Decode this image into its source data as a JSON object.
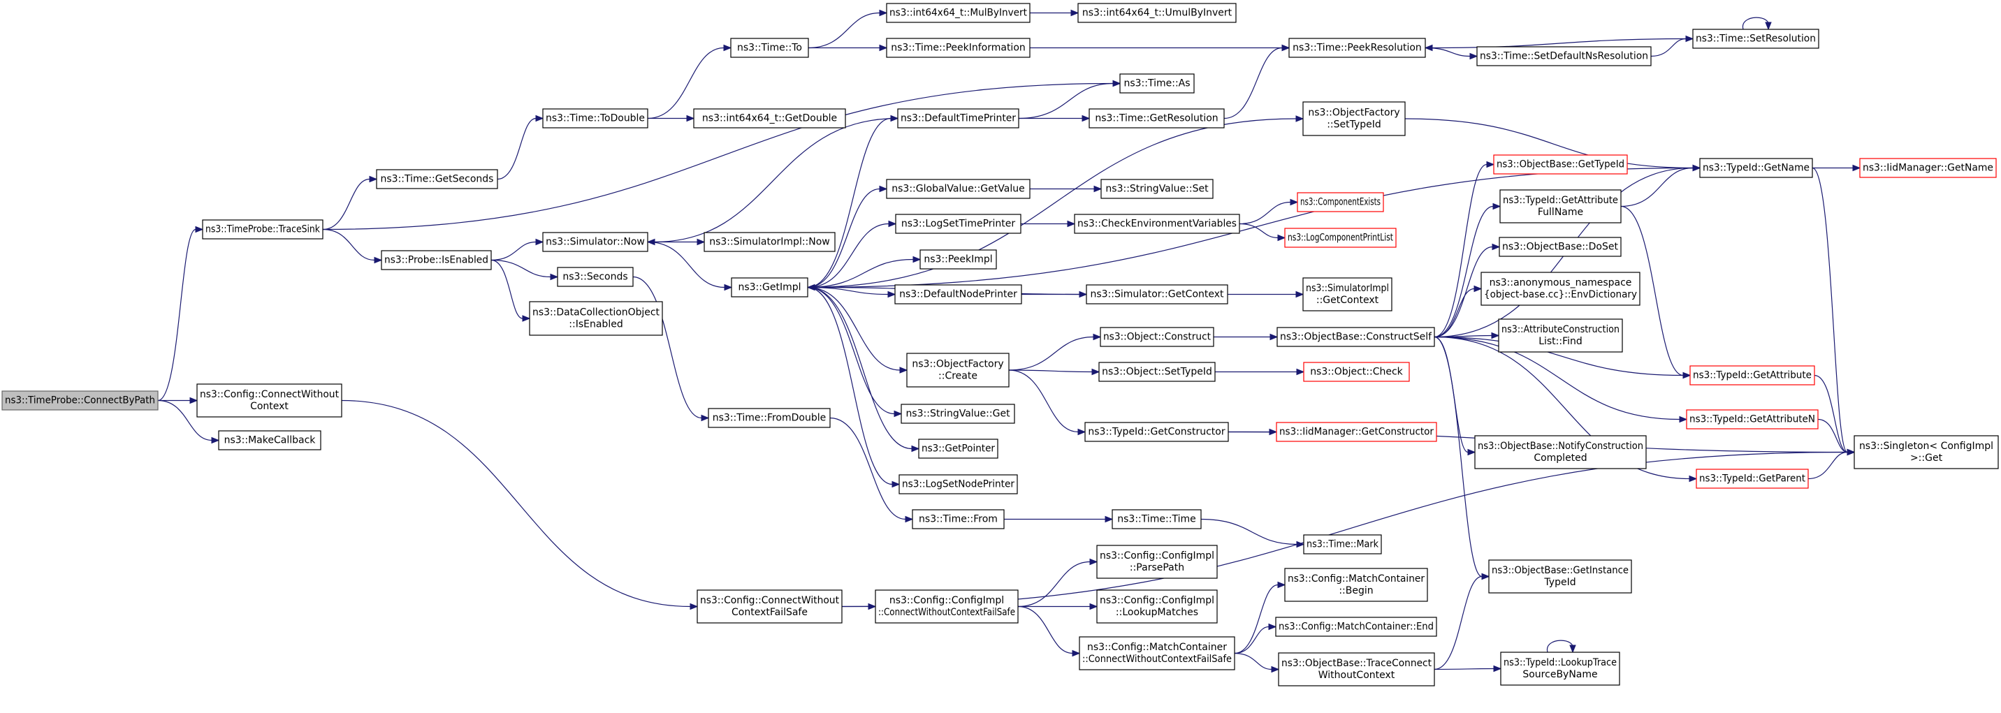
{
  "colors": {
    "edge": "#191970",
    "node_border": "#000000",
    "missing_border": "#ff0000",
    "root_fill": "#bfbfbf"
  },
  "nodes": [
    {
      "id": "n1",
      "label": [
        "ns3::TimeProbe::ConnectByPath"
      ],
      "root": true
    },
    {
      "id": "n2",
      "label": [
        "ns3::TimeProbe::TraceSink"
      ]
    },
    {
      "id": "n3",
      "label": [
        "ns3::Config::ConnectWithout",
        "Context"
      ]
    },
    {
      "id": "n4",
      "label": [
        "ns3::MakeCallback"
      ]
    },
    {
      "id": "n5",
      "label": [
        "ns3::Time::GetSeconds"
      ]
    },
    {
      "id": "n6",
      "label": [
        "ns3::Probe::IsEnabled"
      ]
    },
    {
      "id": "n7",
      "label": [
        "ns3::Time::ToDouble"
      ]
    },
    {
      "id": "n8",
      "label": [
        "ns3::Simulator::Now"
      ]
    },
    {
      "id": "n9",
      "label": [
        "ns3::Seconds"
      ]
    },
    {
      "id": "n10",
      "label": [
        "ns3::DataCollectionObject",
        "::IsEnabled"
      ]
    },
    {
      "id": "n11",
      "label": [
        "ns3::Time::To"
      ]
    },
    {
      "id": "n12",
      "label": [
        "ns3::int64x64_t::GetDouble"
      ]
    },
    {
      "id": "n13",
      "label": [
        "ns3::SimulatorImpl::Now"
      ]
    },
    {
      "id": "n14",
      "label": [
        "ns3::GetImpl"
      ]
    },
    {
      "id": "n15",
      "label": [
        "ns3::Time::FromDouble"
      ]
    },
    {
      "id": "n16",
      "label": [
        "ns3::Config::ConnectWithout",
        "ContextFailSafe"
      ]
    },
    {
      "id": "n17",
      "label": [
        "ns3::int64x64_t::MulByInvert"
      ]
    },
    {
      "id": "n18",
      "label": [
        "ns3::Time::PeekInformation"
      ]
    },
    {
      "id": "n19",
      "label": [
        "ns3::DefaultTimePrinter"
      ]
    },
    {
      "id": "n20",
      "label": [
        "ns3::GlobalValue::GetValue"
      ]
    },
    {
      "id": "n21",
      "label": [
        "ns3::LogSetTimePrinter"
      ]
    },
    {
      "id": "n22",
      "label": [
        "ns3::PeekImpl"
      ]
    },
    {
      "id": "n23",
      "label": [
        "ns3::DefaultNodePrinter"
      ]
    },
    {
      "id": "n24",
      "label": [
        "ns3::ObjectFactory",
        "::Create"
      ]
    },
    {
      "id": "n25",
      "label": [
        "ns3::StringValue::Get"
      ]
    },
    {
      "id": "n26",
      "label": [
        "ns3::GetPointer"
      ]
    },
    {
      "id": "n27",
      "label": [
        "ns3::LogSetNodePrinter"
      ]
    },
    {
      "id": "n28",
      "label": [
        "ns3::Time::From"
      ]
    },
    {
      "id": "n29",
      "label": [
        "ns3::Config::ConfigImpl",
        "::ConnectWithoutContextFailSafe"
      ]
    },
    {
      "id": "n30",
      "label": [
        "ns3::int64x64_t::UmulByInvert"
      ]
    },
    {
      "id": "n31",
      "label": [
        "ns3::Time::As"
      ]
    },
    {
      "id": "n32",
      "label": [
        "ns3::Time::GetResolution"
      ]
    },
    {
      "id": "n33",
      "label": [
        "ns3::ObjectFactory",
        "::SetTypeId"
      ]
    },
    {
      "id": "n34",
      "label": [
        "ns3::StringValue::Set"
      ]
    },
    {
      "id": "n35",
      "label": [
        "ns3::CheckEnvironmentVariables"
      ]
    },
    {
      "id": "n36",
      "label": [
        "ns3::Simulator::GetContext"
      ]
    },
    {
      "id": "n37",
      "label": [
        "ns3::Object::Construct"
      ]
    },
    {
      "id": "n38",
      "label": [
        "ns3::Object::SetTypeId"
      ]
    },
    {
      "id": "n39",
      "label": [
        "ns3::TypeId::GetConstructor"
      ]
    },
    {
      "id": "n40",
      "label": [
        "ns3::Time::Time"
      ]
    },
    {
      "id": "n41",
      "label": [
        "ns3::Config::ConfigImpl",
        "::ParsePath"
      ]
    },
    {
      "id": "n42",
      "label": [
        "ns3::Config::ConfigImpl",
        "::LookupMatches"
      ]
    },
    {
      "id": "n43",
      "label": [
        "ns3::Config::MatchContainer",
        "::ConnectWithoutContextFailSafe"
      ]
    },
    {
      "id": "n44",
      "label": [
        "ns3::Time::PeekResolution"
      ]
    },
    {
      "id": "n45",
      "label": [
        "ns3::ComponentExists"
      ],
      "missing": true
    },
    {
      "id": "n46",
      "label": [
        "ns3::LogComponentPrintList"
      ],
      "missing": true
    },
    {
      "id": "n47",
      "label": [
        "ns3::SimulatorImpl",
        "::GetContext"
      ]
    },
    {
      "id": "n48",
      "label": [
        "ns3::ObjectBase::ConstructSelf"
      ]
    },
    {
      "id": "n49",
      "label": [
        "ns3::Object::Check"
      ],
      "missing": true
    },
    {
      "id": "n50",
      "label": [
        "ns3::IidManager::GetConstructor"
      ],
      "missing": true
    },
    {
      "id": "n51",
      "label": [
        "ns3::Time::Mark"
      ]
    },
    {
      "id": "n52",
      "label": [
        "ns3::Config::MatchContainer",
        "::Begin"
      ]
    },
    {
      "id": "n53",
      "label": [
        "ns3::Config::MatchContainer::End"
      ]
    },
    {
      "id": "n54",
      "label": [
        "ns3::ObjectBase::TraceConnect",
        "WithoutContext"
      ]
    },
    {
      "id": "n55",
      "label": [
        "ns3::Time::SetDefaultNsResolution"
      ]
    },
    {
      "id": "n56",
      "label": [
        "ns3::ObjectBase::GetTypeId"
      ],
      "missing": true
    },
    {
      "id": "n57",
      "label": [
        "ns3::TypeId::GetAttribute",
        "FullName"
      ]
    },
    {
      "id": "n58",
      "label": [
        "ns3::ObjectBase::DoSet"
      ]
    },
    {
      "id": "n59",
      "label": [
        "ns3::anonymous_namespace",
        "{object-base.cc}::EnvDictionary"
      ]
    },
    {
      "id": "n60",
      "label": [
        "ns3::AttributeConstruction",
        "List::Find"
      ]
    },
    {
      "id": "n61",
      "label": [
        "ns3::ObjectBase::NotifyConstruction",
        "Completed"
      ]
    },
    {
      "id": "n62",
      "label": [
        "ns3::ObjectBase::GetInstance",
        "TypeId"
      ]
    },
    {
      "id": "n63",
      "label": [
        "ns3::TypeId::LookupTrace",
        "SourceByName"
      ]
    },
    {
      "id": "n64",
      "label": [
        "ns3::Time::SetResolution"
      ]
    },
    {
      "id": "n65",
      "label": [
        "ns3::TypeId::GetName"
      ]
    },
    {
      "id": "n66",
      "label": [
        "ns3::TypeId::GetAttribute"
      ],
      "missing": true
    },
    {
      "id": "n67",
      "label": [
        "ns3::TypeId::GetAttributeN"
      ],
      "missing": true
    },
    {
      "id": "n68",
      "label": [
        "ns3::TypeId::GetParent"
      ],
      "missing": true
    },
    {
      "id": "n69",
      "label": [
        "ns3::IidManager::GetName"
      ],
      "missing": true
    },
    {
      "id": "n70",
      "label": [
        "ns3::Singleton< ConfigImpl",
        ">::Get"
      ]
    }
  ],
  "edges": [
    [
      "n1",
      "n2"
    ],
    [
      "n1",
      "n3"
    ],
    [
      "n1",
      "n4"
    ],
    [
      "n2",
      "n5"
    ],
    [
      "n2",
      "n6"
    ],
    [
      "n2",
      "n31"
    ],
    [
      "n3",
      "n16"
    ],
    [
      "n5",
      "n7"
    ],
    [
      "n6",
      "n8"
    ],
    [
      "n6",
      "n9"
    ],
    [
      "n6",
      "n10"
    ],
    [
      "n7",
      "n11"
    ],
    [
      "n7",
      "n12"
    ],
    [
      "n8",
      "n13"
    ],
    [
      "n8",
      "n14"
    ],
    [
      "n9",
      "n15"
    ],
    [
      "n11",
      "n17"
    ],
    [
      "n11",
      "n18"
    ],
    [
      "n14",
      "n19"
    ],
    [
      "n14",
      "n20"
    ],
    [
      "n14",
      "n21"
    ],
    [
      "n14",
      "n22"
    ],
    [
      "n14",
      "n23"
    ],
    [
      "n14",
      "n24"
    ],
    [
      "n14",
      "n25"
    ],
    [
      "n14",
      "n26"
    ],
    [
      "n14",
      "n27"
    ],
    [
      "n14",
      "n33"
    ],
    [
      "n14",
      "n65"
    ],
    [
      "n15",
      "n28"
    ],
    [
      "n16",
      "n29"
    ],
    [
      "n16",
      "n70"
    ],
    [
      "n17",
      "n30"
    ],
    [
      "n18",
      "n44"
    ],
    [
      "n19",
      "n31"
    ],
    [
      "n19",
      "n32"
    ],
    [
      "n19",
      "n8"
    ],
    [
      "n20",
      "n34"
    ],
    [
      "n21",
      "n35"
    ],
    [
      "n23",
      "n36"
    ],
    [
      "n24",
      "n37"
    ],
    [
      "n24",
      "n38"
    ],
    [
      "n24",
      "n39"
    ],
    [
      "n28",
      "n40"
    ],
    [
      "n29",
      "n41"
    ],
    [
      "n29",
      "n42"
    ],
    [
      "n29",
      "n43"
    ],
    [
      "n32",
      "n44"
    ],
    [
      "n33",
      "n65"
    ],
    [
      "n35",
      "n45"
    ],
    [
      "n35",
      "n46"
    ],
    [
      "n36",
      "n47"
    ],
    [
      "n36",
      "n14"
    ],
    [
      "n37",
      "n48"
    ],
    [
      "n38",
      "n49"
    ],
    [
      "n39",
      "n50"
    ],
    [
      "n39",
      "n70"
    ],
    [
      "n40",
      "n51"
    ],
    [
      "n43",
      "n52"
    ],
    [
      "n43",
      "n53"
    ],
    [
      "n43",
      "n54"
    ],
    [
      "n44",
      "n55"
    ],
    [
      "n48",
      "n56"
    ],
    [
      "n48",
      "n57"
    ],
    [
      "n48",
      "n58"
    ],
    [
      "n48",
      "n59"
    ],
    [
      "n48",
      "n60"
    ],
    [
      "n48",
      "n61"
    ],
    [
      "n48",
      "n62"
    ],
    [
      "n48",
      "n66"
    ],
    [
      "n48",
      "n67"
    ],
    [
      "n48",
      "n68"
    ],
    [
      "n48",
      "n65"
    ],
    [
      "n54",
      "n62"
    ],
    [
      "n54",
      "n63"
    ],
    [
      "n55",
      "n64"
    ],
    [
      "n57",
      "n65"
    ],
    [
      "n57",
      "n66"
    ],
    [
      "n63",
      "n63"
    ],
    [
      "n64",
      "n44"
    ],
    [
      "n64",
      "n64"
    ],
    [
      "n65",
      "n69"
    ],
    [
      "n65",
      "n70"
    ],
    [
      "n66",
      "n70"
    ],
    [
      "n67",
      "n70"
    ],
    [
      "n68",
      "n70"
    ]
  ]
}
